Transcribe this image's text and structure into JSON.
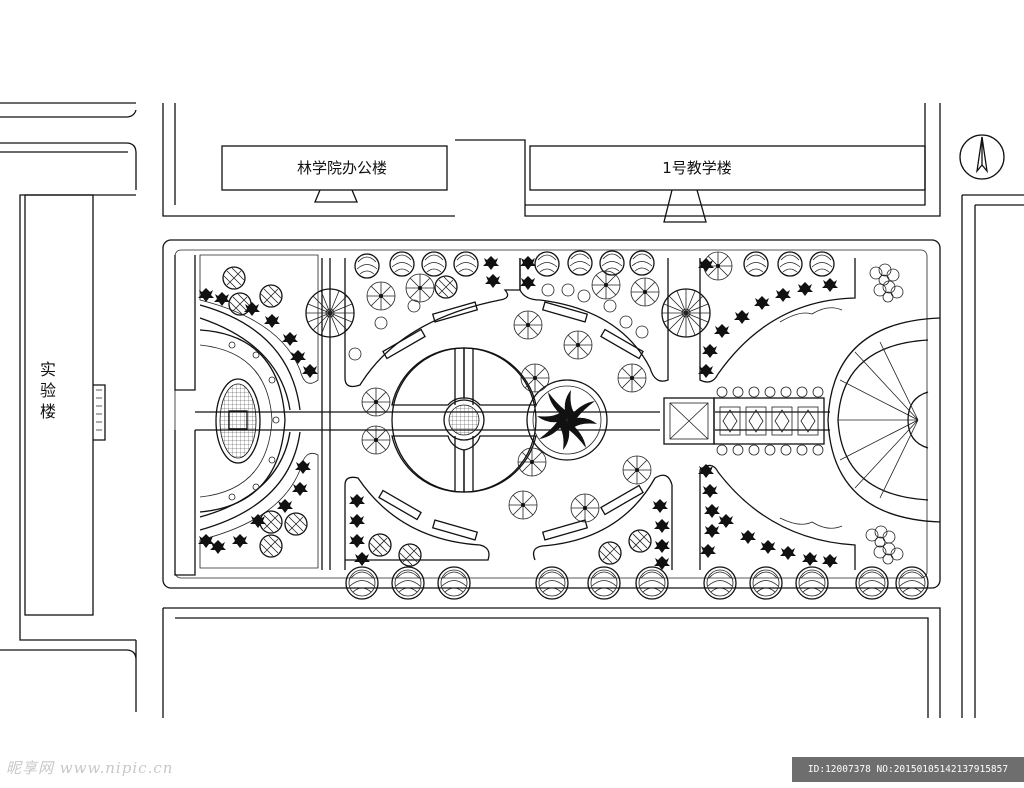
{
  "labels": {
    "office_building": "林学院办公楼",
    "teaching_building": "1号教学楼",
    "lab_building_chars": [
      "实",
      "验",
      "楼"
    ]
  },
  "watermark": {
    "site": "昵享网 www.nipic.cn",
    "id_text": "ID:12007378 NO:20150105142137915857"
  },
  "icons": {
    "north_arrow": "north-arrow-icon",
    "tree": "tree-symbol-icon",
    "shrub": "shrub-symbol-icon",
    "sun_paving": "sun-paving-icon"
  },
  "colors": {
    "line": "#111111",
    "paper": "#ffffff",
    "watermark_bar": "#6e6e6e"
  }
}
